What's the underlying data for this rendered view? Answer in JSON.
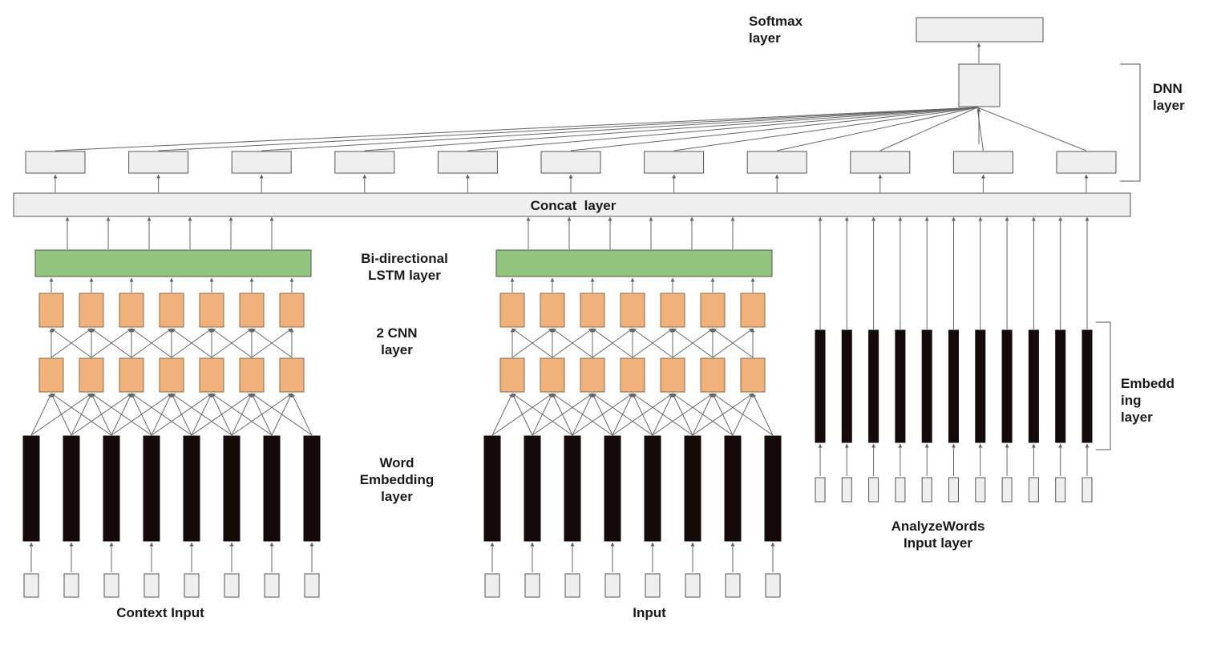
{
  "labels": {
    "softmax": [
      "Softmax",
      "layer"
    ],
    "dnn": [
      "DNN",
      "layer"
    ],
    "concat": "Concat  layer",
    "bilstm": [
      "Bi-directional",
      "LSTM layer"
    ],
    "cnn": [
      "2 CNN",
      "layer"
    ],
    "word_embedding": [
      "Word",
      "Embedding",
      "layer"
    ],
    "embedding": [
      "Embedd",
      "ing",
      "layer"
    ],
    "analyze_words": [
      "AnalyzeWords",
      "Input layer"
    ],
    "context_input": "Context Input",
    "input": "Input"
  },
  "colors": {
    "box_fill": "#efefef",
    "box_stroke": "#555555",
    "lstm_fill": "#93c47d",
    "cnn_fill": "#f0b27a",
    "cnn_stroke": "#8a6a4a",
    "embedding_bar": "#140a0a",
    "arrow": "#666666",
    "text": "#1a1a1a"
  },
  "structure": {
    "word_branches": [
      "context",
      "input"
    ],
    "tokens_per_word_branch": 8,
    "cnn_units_per_layer": 7,
    "cnn_layers": 2,
    "analyze_words_tokens": 11,
    "concat_outputs": 11
  }
}
